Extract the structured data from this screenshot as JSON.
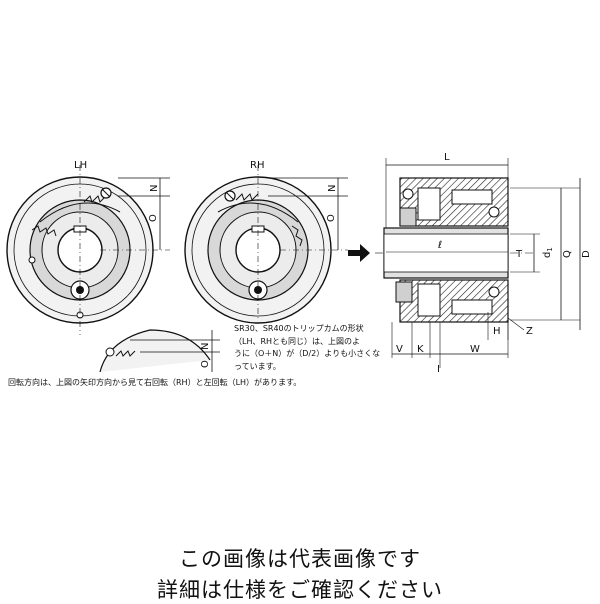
{
  "views": {
    "left_label": "LH",
    "right_label": "RH",
    "small_view_label": "O",
    "dimension_n": "N",
    "dimension_o": "O"
  },
  "section": {
    "top_length": "L",
    "inner_length": "ℓ",
    "bore": "d",
    "bore_sub": "1",
    "q": "Q",
    "d_outer": "D",
    "t": "T",
    "v": "V",
    "k": "K",
    "w": "W",
    "h": "H",
    "z": "Z",
    "i": "I"
  },
  "note": {
    "lines": [
      "SR30、SR40のトリップカムの形状",
      "（LH、RHとも同じ）は、上図のよ",
      "うに（O＋N）が（D/2）よりも小さくな",
      "っています。"
    ]
  },
  "rotation_note": "回転方向は、上図の矢印方向から見て右回転（RH）と左回転（LH）があります。",
  "caption": {
    "line1": "この画像は代表画像です",
    "line2": "詳細は仕様をご確認ください"
  },
  "colors": {
    "line": "#111111",
    "hatch": "#222222",
    "shade": "#bfbfbf",
    "background": "#ffffff"
  }
}
